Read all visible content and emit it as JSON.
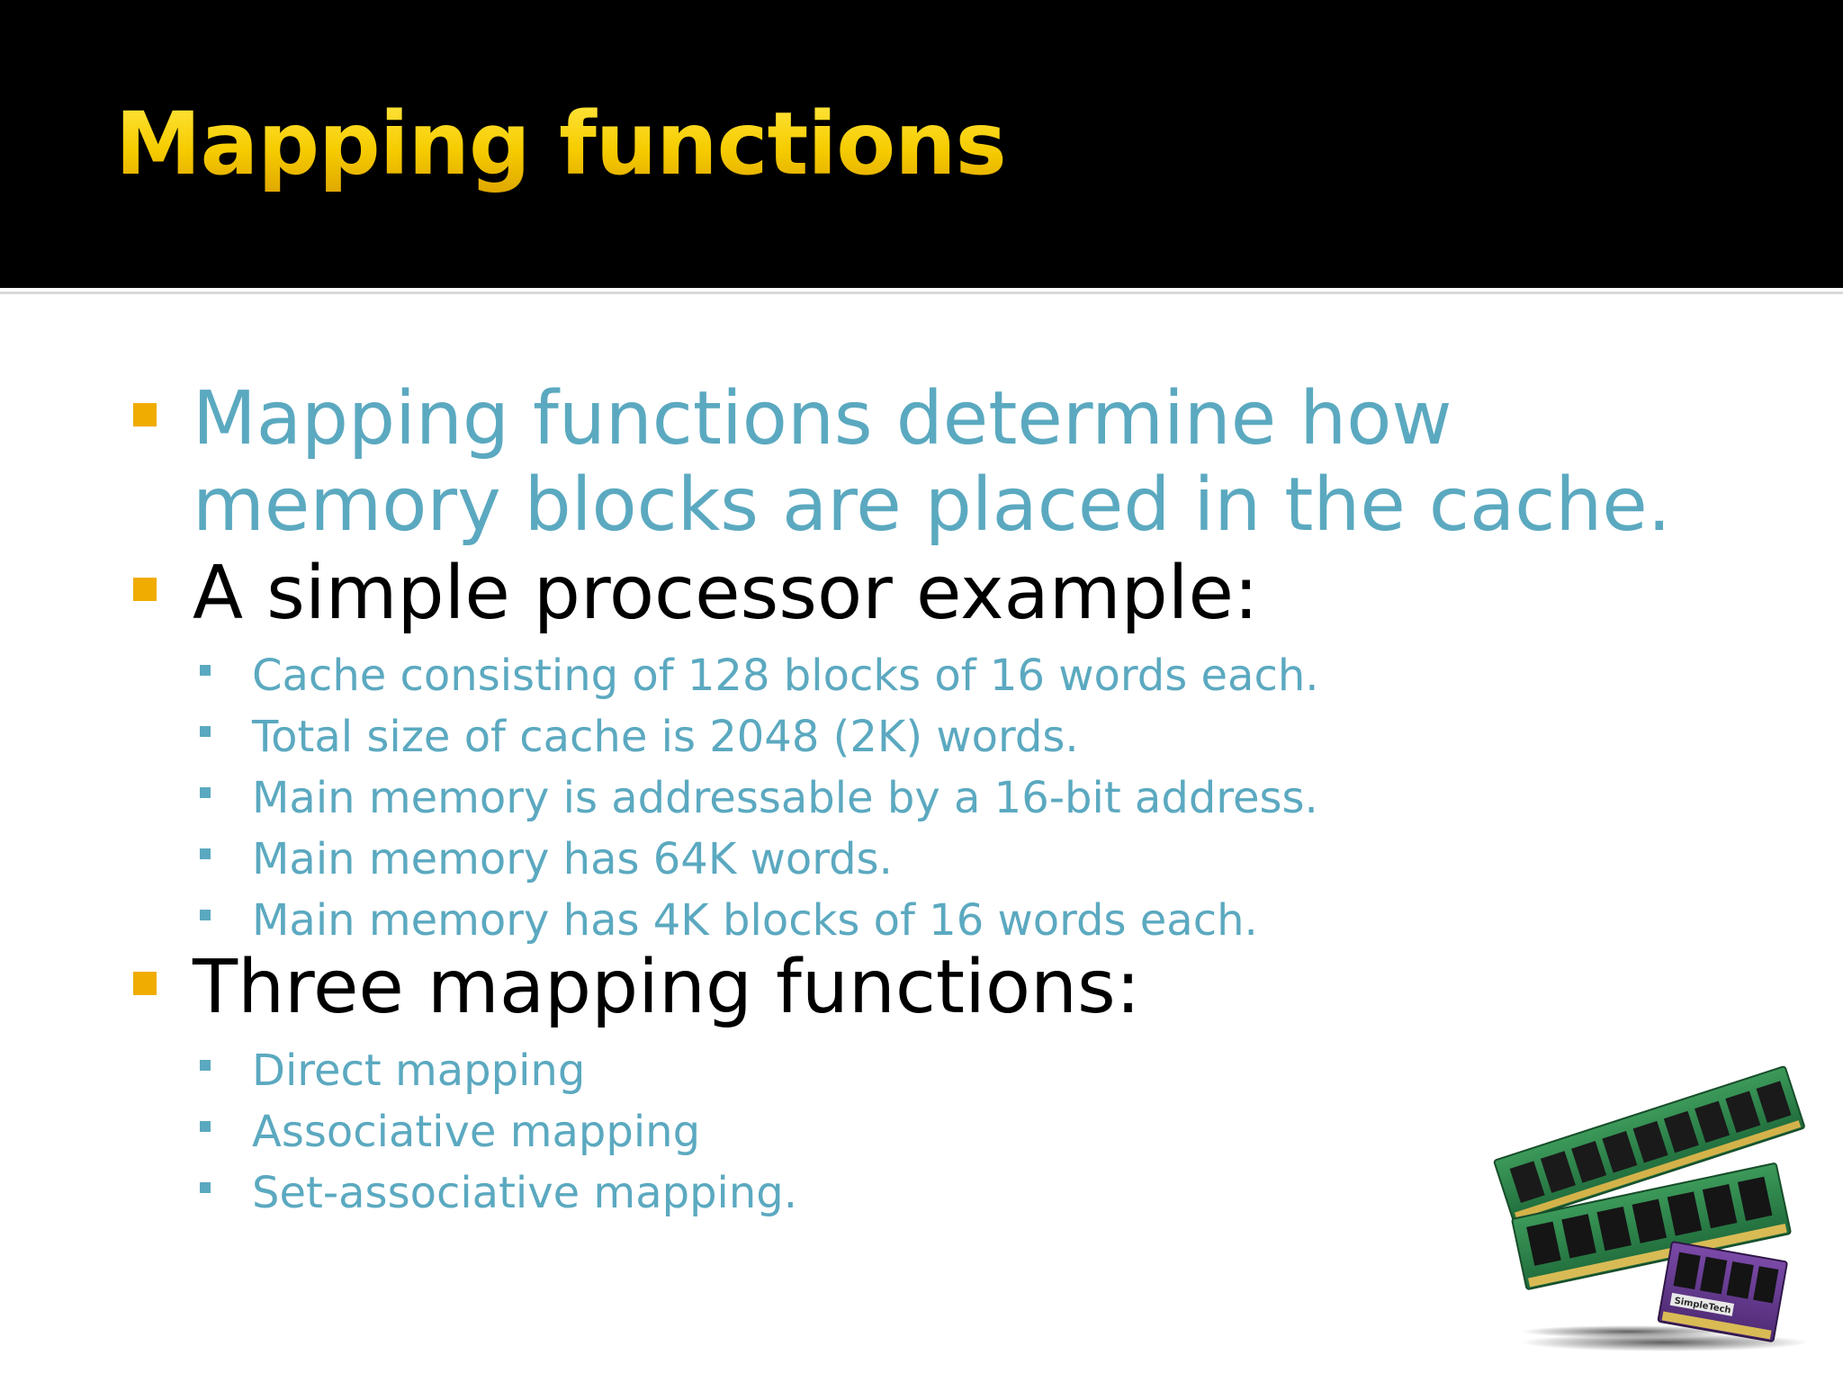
{
  "slide": {
    "title": "Mapping functions",
    "bullets": [
      {
        "lines": [
          "Mapping functions determine how",
          "memory blocks are placed in the cache."
        ]
      },
      {
        "lines": [
          "A simple processor example:"
        ],
        "sub": [
          "Cache consisting of 128 blocks of 16 words each.",
          "Total size of cache is 2048 (2K) words.",
          "Main memory is addressable by a 16-bit address.",
          "Main memory has 64K words.",
          "Main memory has 4K blocks of 16 words each."
        ]
      },
      {
        "lines": [
          "Three mapping functions:"
        ],
        "sub": [
          "Direct mapping",
          "Associative mapping",
          "Set-associative mapping."
        ]
      }
    ],
    "image": {
      "brand_text": "SimpleTech"
    }
  },
  "colors": {
    "title": "#f5c800",
    "title_bar": "#000000",
    "accent_text": "#5ba9c0",
    "body_text": "#000000",
    "bullet_l1": "#f0ac00",
    "bullet_l2": "#5ba9c0"
  },
  "icons": {
    "image": "memory-modules-photo"
  }
}
